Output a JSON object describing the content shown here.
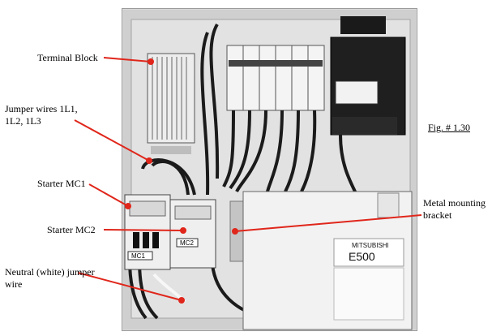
{
  "labels": {
    "terminal_block": "Terminal Block",
    "jumper_wires_1": "Jumper wires 1L1,",
    "jumper_wires_2": "1L2, 1L3",
    "starter_mc1": "Starter MC1",
    "starter_mc2": "Starter MC2",
    "neutral_1": "Neutral (white) jumper",
    "neutral_2": "wire",
    "metal_1": "Metal mounting",
    "metal_2": "bracket",
    "fig": "Fig. # 1.30"
  },
  "panel_text": {
    "mc1": "MC1",
    "mc2": "MC2",
    "brand": "MITSUBISHI",
    "model": "E500"
  },
  "colors": {
    "pointer": "#e0261b",
    "panel_bg": "#d6d6d6",
    "dark_wire": "#1b1b1b",
    "device_gray": "#efefef"
  }
}
